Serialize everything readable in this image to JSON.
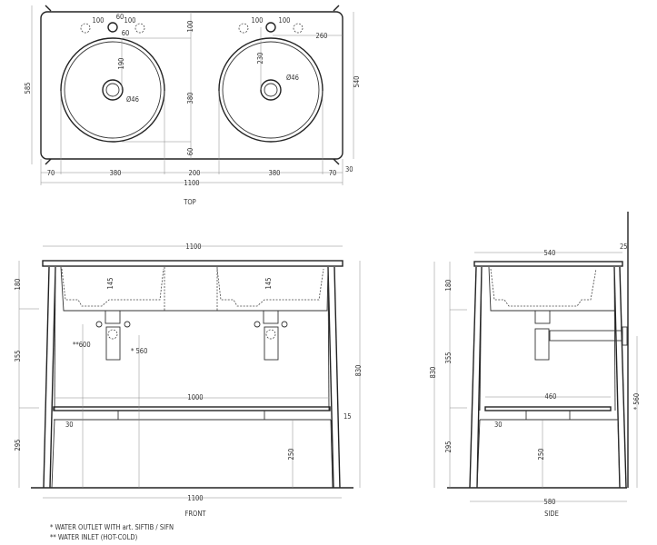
{
  "views": {
    "top": "TOP",
    "front": "FRONT",
    "side": "SIDE"
  },
  "top": {
    "overall_width": "1100",
    "overall_depth": "585",
    "inner_depth": "540",
    "bottom_dims": [
      "70",
      "380",
      "200",
      "380",
      "70"
    ],
    "corner": "30",
    "center_dims": [
      "100",
      "380",
      "60"
    ],
    "tap_left": [
      "100",
      "60",
      "100",
      "60"
    ],
    "tap_right": [
      "100",
      "100",
      "260"
    ],
    "basin_left_depth": "190",
    "basin_right_depth": "230",
    "drain_left": "Ø46",
    "drain_right": "Ø46"
  },
  "front": {
    "top_width": "1100",
    "bottom_width": "1100",
    "shelf_width": "1000",
    "height_left": [
      "180",
      "355",
      "295"
    ],
    "height_total": "830",
    "basin_depth": [
      "145",
      "145"
    ],
    "inlet": "**600",
    "outlet": "* 560",
    "shelf_gap": "30",
    "shelf_thick": "15",
    "lower_height": "250"
  },
  "side": {
    "top_depth": "540",
    "bottom_depth": "580",
    "shelf_depth": "460",
    "wall_gap": "25",
    "height_total": "830",
    "height_left": [
      "180",
      "355",
      "295"
    ],
    "outlet": "* 560",
    "shelf_gap": "30",
    "lower_height": "250"
  },
  "notes": [
    "*  WATER OUTLET WITH art. SIFTIB / SIFN",
    "** WATER INLET (HOT-COLD)"
  ]
}
